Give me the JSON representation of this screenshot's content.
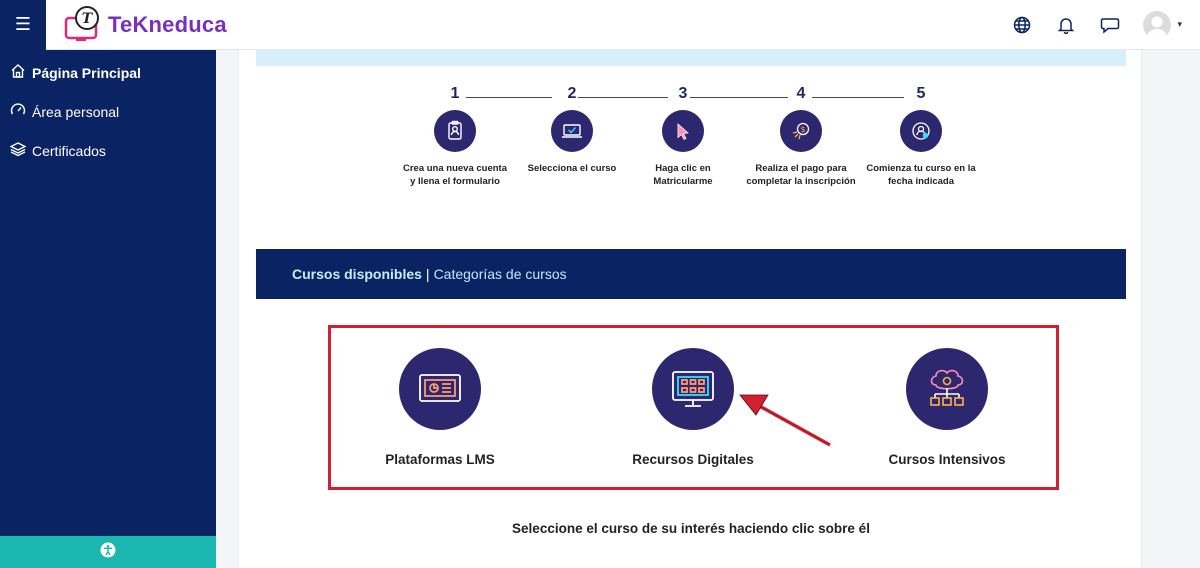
{
  "app": {
    "brand": "TeKneduca",
    "menu_icon": "hamburger-icon"
  },
  "navbar": {
    "icons": [
      "globe-icon",
      "bell-icon",
      "chat-icon"
    ],
    "avatar_caret": "▾"
  },
  "sidebar": {
    "items": [
      {
        "label": "Página Principal",
        "icon": "home-icon"
      },
      {
        "label": "Área personal",
        "icon": "gauge-icon"
      },
      {
        "label": "Certificados",
        "icon": "layers-icon"
      }
    ],
    "footer_icon": "accessibility-icon"
  },
  "steps": [
    {
      "num": "1",
      "text": "Crea una nueva cuenta y llena el formulario"
    },
    {
      "num": "2",
      "text": "Selecciona el curso"
    },
    {
      "num": "3",
      "text": "Haga clic en Matricularme"
    },
    {
      "num": "4",
      "text": "Realiza el pago para completar la inscripción"
    },
    {
      "num": "5",
      "text": "Comienza tu curso en la fecha indicada"
    }
  ],
  "banner": {
    "available": "Cursos disponibles",
    "separator": "|",
    "categories": "Categorías de cursos"
  },
  "courses": [
    {
      "label": "Plataformas LMS",
      "icon": "presentation-board-icon"
    },
    {
      "label": "Recursos Digitales",
      "icon": "monitor-grid-icon"
    },
    {
      "label": "Cursos Intensivos",
      "icon": "brain-network-icon"
    }
  ],
  "hint": "Seleccione el curso de su interés haciendo clic sobre él",
  "colors": {
    "navy": "#0a2463",
    "teal": "#1ab6b0",
    "accent_red": "#d1202f",
    "brand_purple": "#7b2fbe",
    "icon_bg": "#2d2770"
  }
}
